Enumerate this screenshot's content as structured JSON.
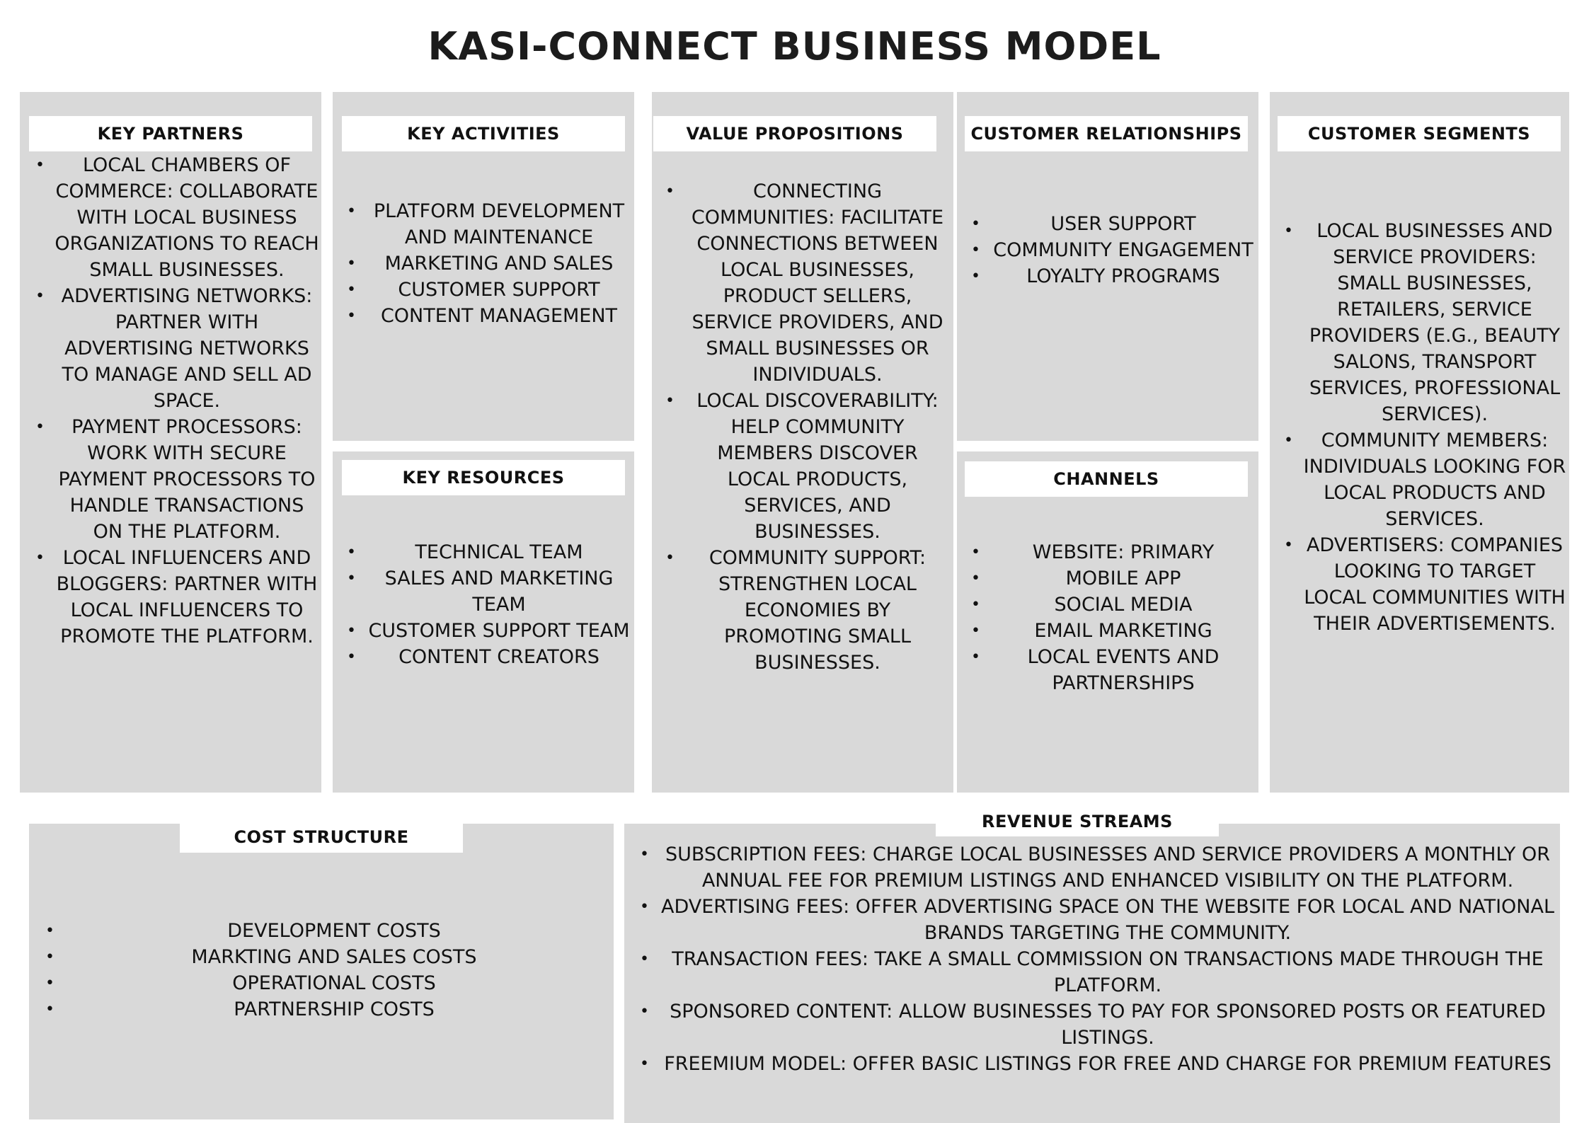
{
  "title": "KASI-CONNECT BUSINESS MODEL",
  "colors": {
    "panel": "#d9d9d9",
    "header_bg": "#ffffff",
    "text": "#111111"
  },
  "key_partners": {
    "header": "KEY PARTNERS",
    "items": [
      "LOCAL CHAMBERS OF COMMERCE: COLLABORATE WITH LOCAL BUSINESS ORGANIZATIONS TO REACH SMALL BUSINESSES.",
      "ADVERTISING NETWORKS: PARTNER WITH ADVERTISING NETWORKS TO MANAGE AND SELL AD SPACE.",
      "PAYMENT PROCESSORS: WORK WITH SECURE PAYMENT PROCESSORS TO HANDLE TRANSACTIONS ON THE PLATFORM.",
      "LOCAL INFLUENCERS AND BLOGGERS: PARTNER WITH LOCAL INFLUENCERS TO PROMOTE THE PLATFORM."
    ]
  },
  "key_activities": {
    "header": "KEY ACTIVITIES",
    "items": [
      "PLATFORM DEVELOPMENT AND MAINTENANCE",
      "MARKETING AND SALES",
      "CUSTOMER SUPPORT",
      "CONTENT MANAGEMENT"
    ]
  },
  "key_resources": {
    "header": "KEY RESOURCES",
    "items": [
      "TECHNICAL TEAM",
      "SALES AND MARKETING TEAM",
      "CUSTOMER SUPPORT TEAM",
      "CONTENT CREATORS"
    ]
  },
  "value_propositions": {
    "header": "VALUE PROPOSITIONS",
    "items": [
      "CONNECTING COMMUNITIES: FACILITATE CONNECTIONS BETWEEN LOCAL BUSINESSES, PRODUCT SELLERS, SERVICE PROVIDERS, AND SMALL BUSINESSES OR INDIVIDUALS.",
      "LOCAL DISCOVERABILITY: HELP COMMUNITY MEMBERS DISCOVER LOCAL PRODUCTS, SERVICES, AND BUSINESSES.",
      "COMMUNITY SUPPORT: STRENGTHEN LOCAL ECONOMIES BY PROMOTING SMALL BUSINESSES."
    ]
  },
  "customer_relationships": {
    "header": "CUSTOMER RELATIONSHIPS",
    "items": [
      "USER SUPPORT",
      "COMMUNITY ENGAGEMENT",
      "LOYALTY PROGRAMS"
    ]
  },
  "channels": {
    "header": "CHANNELS",
    "items": [
      "WEBSITE: PRIMARY",
      "MOBILE APP",
      "SOCIAL MEDIA",
      "EMAIL MARKETING",
      "LOCAL EVENTS AND PARTNERSHIPS"
    ]
  },
  "customer_segments": {
    "header": "CUSTOMER SEGMENTS",
    "items": [
      "LOCAL BUSINESSES AND SERVICE PROVIDERS: SMALL BUSINESSES, RETAILERS, SERVICE PROVIDERS (E.G., BEAUTY SALONS, TRANSPORT SERVICES, PROFESSIONAL SERVICES).",
      "COMMUNITY MEMBERS: INDIVIDUALS LOOKING FOR LOCAL PRODUCTS AND SERVICES.",
      "ADVERTISERS: COMPANIES LOOKING TO TARGET LOCAL COMMUNITIES WITH THEIR ADVERTISEMENTS."
    ]
  },
  "cost_structure": {
    "header": "COST STRUCTURE",
    "items": [
      "DEVELOPMENT COSTS",
      "MARKTING AND SALES COSTS",
      "OPERATIONAL COSTS",
      "PARTNERSHIP COSTS"
    ]
  },
  "revenue_streams": {
    "header": "REVENUE STREAMS",
    "items": [
      "SUBSCRIPTION FEES: CHARGE LOCAL BUSINESSES AND SERVICE PROVIDERS A MONTHLY OR ANNUAL FEE FOR PREMIUM LISTINGS AND ENHANCED VISIBILITY ON THE PLATFORM.",
      "ADVERTISING FEES: OFFER ADVERTISING SPACE ON THE WEBSITE FOR LOCAL AND NATIONAL BRANDS TARGETING THE COMMUNITY.",
      "TRANSACTION FEES: TAKE A SMALL COMMISSION ON TRANSACTIONS MADE THROUGH THE PLATFORM.",
      "SPONSORED CONTENT: ALLOW BUSINESSES TO PAY FOR SPONSORED POSTS OR FEATURED LISTINGS.",
      "FREEMIUM MODEL: OFFER BASIC LISTINGS FOR FREE AND CHARGE FOR PREMIUM FEATURES"
    ]
  }
}
